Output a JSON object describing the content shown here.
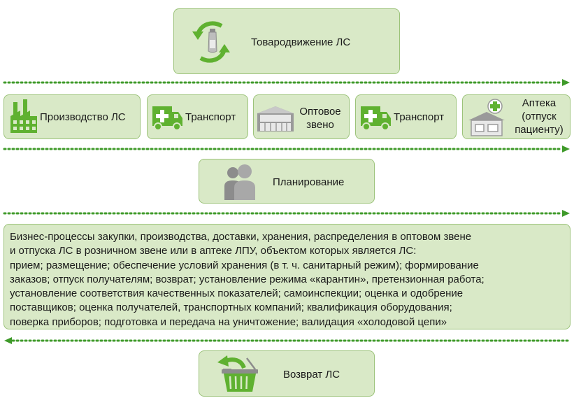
{
  "top": {
    "label": "Товародвижение ЛС"
  },
  "chain": [
    {
      "label": "Производство ЛС"
    },
    {
      "label": "Транспорт"
    },
    {
      "label": "Оптовое звено"
    },
    {
      "label": "Транспорт"
    },
    {
      "label": "Аптека (отпуск пациенту)"
    }
  ],
  "planning": {
    "label": "Планирование"
  },
  "description": {
    "lines": [
      "Бизнес-процессы закупки, производства, доставки, хранения, распределения в оптовом звене",
      "и отпуска ЛС в розничном звене или в аптеке ЛПУ, объектом которых является ЛС:",
      "прием; размещение; обеспечение условий хранения (в т. ч. санитарный режим); формирование",
      "заказов; отпуск получателям; возврат; установление режима «карантин», претензионная работа;",
      "установление соответствия качественных показателей; самоинспекции; оценка и одобрение",
      "поставщиков; оценка получателей, транспортных компаний; квалификация оборудования;",
      "поверка приборов; подготовка и передача на уничтожение; валидация «холодовой цепи»"
    ]
  },
  "return": {
    "label": "Возврат ЛС"
  },
  "colors": {
    "box_fill": "#d9e9c7",
    "box_border": "#9cc37a",
    "accent_green": "#5fb130",
    "icon_gray": "#8c8c8c",
    "dotted_line": "#3f9a2a"
  },
  "icons": {
    "top": "medicine-vial-cycle-icon",
    "factory": "factory-icon",
    "ambulance": "ambulance-icon",
    "warehouse": "warehouse-icon",
    "pharmacy": "pharmacy-icon",
    "people": "people-icon",
    "return": "basket-return-icon"
  }
}
